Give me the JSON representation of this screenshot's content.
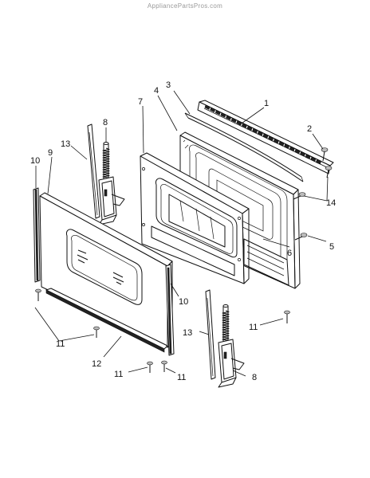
{
  "watermark": "AppliancePartsPros.com",
  "callouts": [
    {
      "id": "1",
      "text": "1"
    },
    {
      "id": "2",
      "text": "2"
    },
    {
      "id": "3",
      "text": "3"
    },
    {
      "id": "4",
      "text": "4"
    },
    {
      "id": "5",
      "text": "5"
    },
    {
      "id": "6",
      "text": "6"
    },
    {
      "id": "7",
      "text": "7"
    },
    {
      "id": "8a",
      "text": "8"
    },
    {
      "id": "8b",
      "text": "8"
    },
    {
      "id": "9",
      "text": "9"
    },
    {
      "id": "10a",
      "text": "10"
    },
    {
      "id": "10b",
      "text": "10"
    },
    {
      "id": "11a",
      "text": "11"
    },
    {
      "id": "11b",
      "text": "11"
    },
    {
      "id": "11c",
      "text": "11"
    },
    {
      "id": "11d",
      "text": "11"
    },
    {
      "id": "12",
      "text": "12"
    },
    {
      "id": "13a",
      "text": "13"
    },
    {
      "id": "13b",
      "text": "13"
    },
    {
      "id": "14",
      "text": "14"
    }
  ]
}
